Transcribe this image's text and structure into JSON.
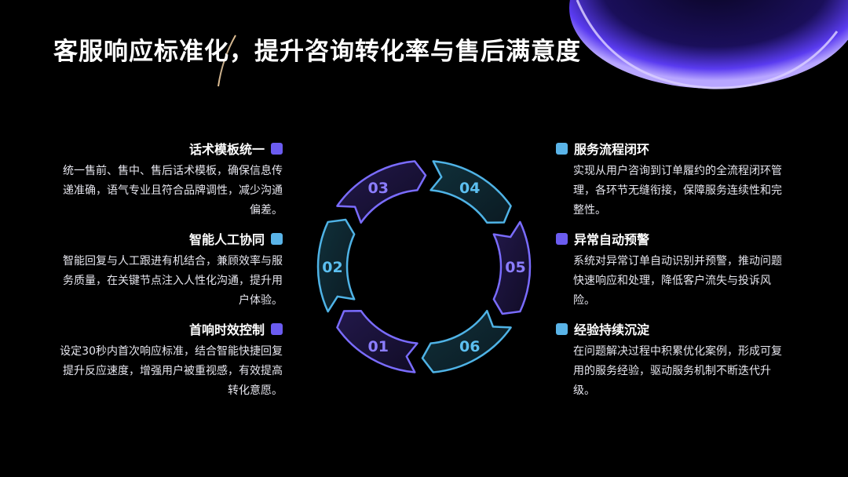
{
  "title": "客服响应标准化，提升咨询转化率与售后满意度",
  "colors": {
    "purple": "#6b5cf0",
    "blue": "#5ab4e8",
    "background": "#000000"
  },
  "left_items": [
    {
      "title": "话术模板统一",
      "text": "统一售前、售中、售后话术模板，确保信息传递准确，语气专业且符合品牌调性，减少沟通偏差。",
      "icon": "purple-square-icon"
    },
    {
      "title": "智能人工协同",
      "text": "智能回复与人工跟进有机结合，兼顾效率与服务质量，在关键节点注入人性化沟通，提升用户体验。",
      "icon": "blue-square-icon"
    },
    {
      "title": "首响时效控制",
      "text": "设定30秒内首次响应标准，结合智能快捷回复提升反应速度，增强用户被重视感，有效提高转化意愿。",
      "icon": "purple-square-icon"
    }
  ],
  "right_items": [
    {
      "title": "服务流程闭环",
      "text": "实现从用户咨询到订单履约的全流程闭环管理，各环节无缝衔接，保障服务连续性和完整性。",
      "icon": "blue-square-icon"
    },
    {
      "title": "异常自动预警",
      "text": "系统对异常订单自动识别并预警，推动问题快速响应和处理，降低客户流失与投诉风险。",
      "icon": "purple-square-icon"
    },
    {
      "title": "经验持续沉淀",
      "text": "在问题解决过程中积累优化案例，形成可复用的服务经验，驱动服务机制不断迭代升级。",
      "icon": "blue-square-icon"
    }
  ],
  "cycle": {
    "segments": [
      {
        "label": "01"
      },
      {
        "label": "02"
      },
      {
        "label": "03"
      },
      {
        "label": "04"
      },
      {
        "label": "05"
      },
      {
        "label": "06"
      }
    ]
  }
}
